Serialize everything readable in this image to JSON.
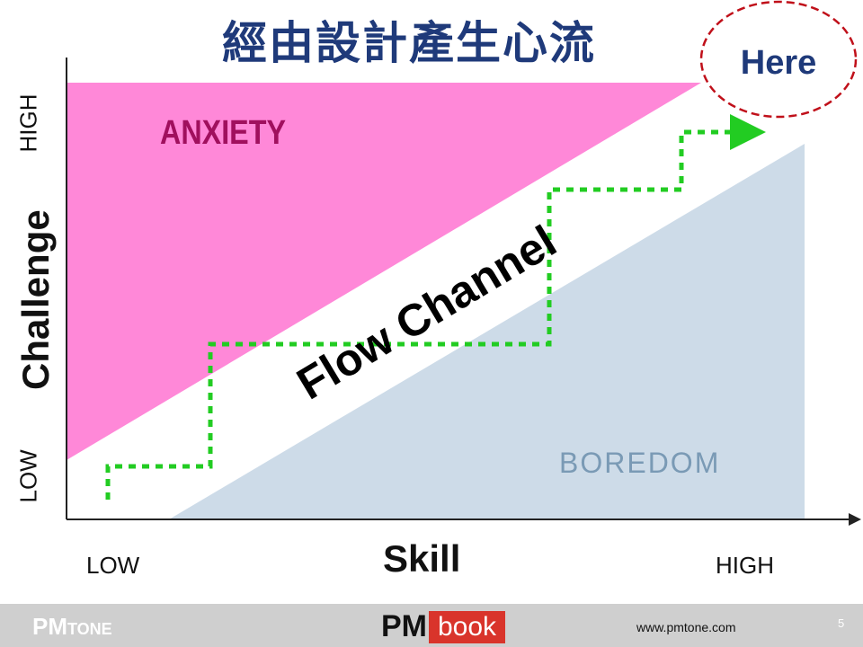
{
  "title": "經由設計產生心流",
  "here_label": "Here",
  "regions": {
    "anxiety": "ANXIETY",
    "flow": "Flow Channel",
    "boredom": "BOREDOM"
  },
  "y_axis": {
    "label": "Challenge",
    "low": "LOW",
    "high": "HIGH"
  },
  "x_axis": {
    "label": "Skill",
    "low": "LOW",
    "high": "HIGH"
  },
  "colors": {
    "anxiety": "#ff88d8",
    "anxiety_text": "#a0105e",
    "boredom": "#cddbe8",
    "boredom_text": "#7a9ab5",
    "path": "#22cc22",
    "here_circle": "#c0101a",
    "title": "#1f3a7a"
  },
  "footer": {
    "left_logo_pm": "PM",
    "left_logo_tone": "TONE",
    "center_logo_pm": "PM",
    "center_logo_book": "book",
    "url": "www.pmtone.com",
    "page_number": "5"
  }
}
